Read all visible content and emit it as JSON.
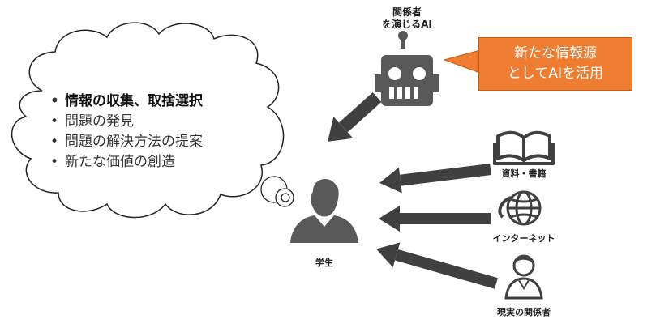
{
  "thought_bubble": {
    "items": [
      "情報の収集、取捨選択",
      "問題の発見",
      "問題の解決方法の提案",
      "新たな価値の創造"
    ]
  },
  "ai": {
    "label_line1": "関係者",
    "label_line2": "を演じるAI"
  },
  "callout": {
    "line1": "新たな情報源",
    "line2": "としてAIを活用"
  },
  "sources": {
    "books": "資料・書籍",
    "internet": "インターネット",
    "people": "現実の関係者"
  },
  "student": {
    "label": "学生"
  },
  "colors": {
    "icon_gray": "#595959",
    "accent_orange": "#ee7d31"
  }
}
